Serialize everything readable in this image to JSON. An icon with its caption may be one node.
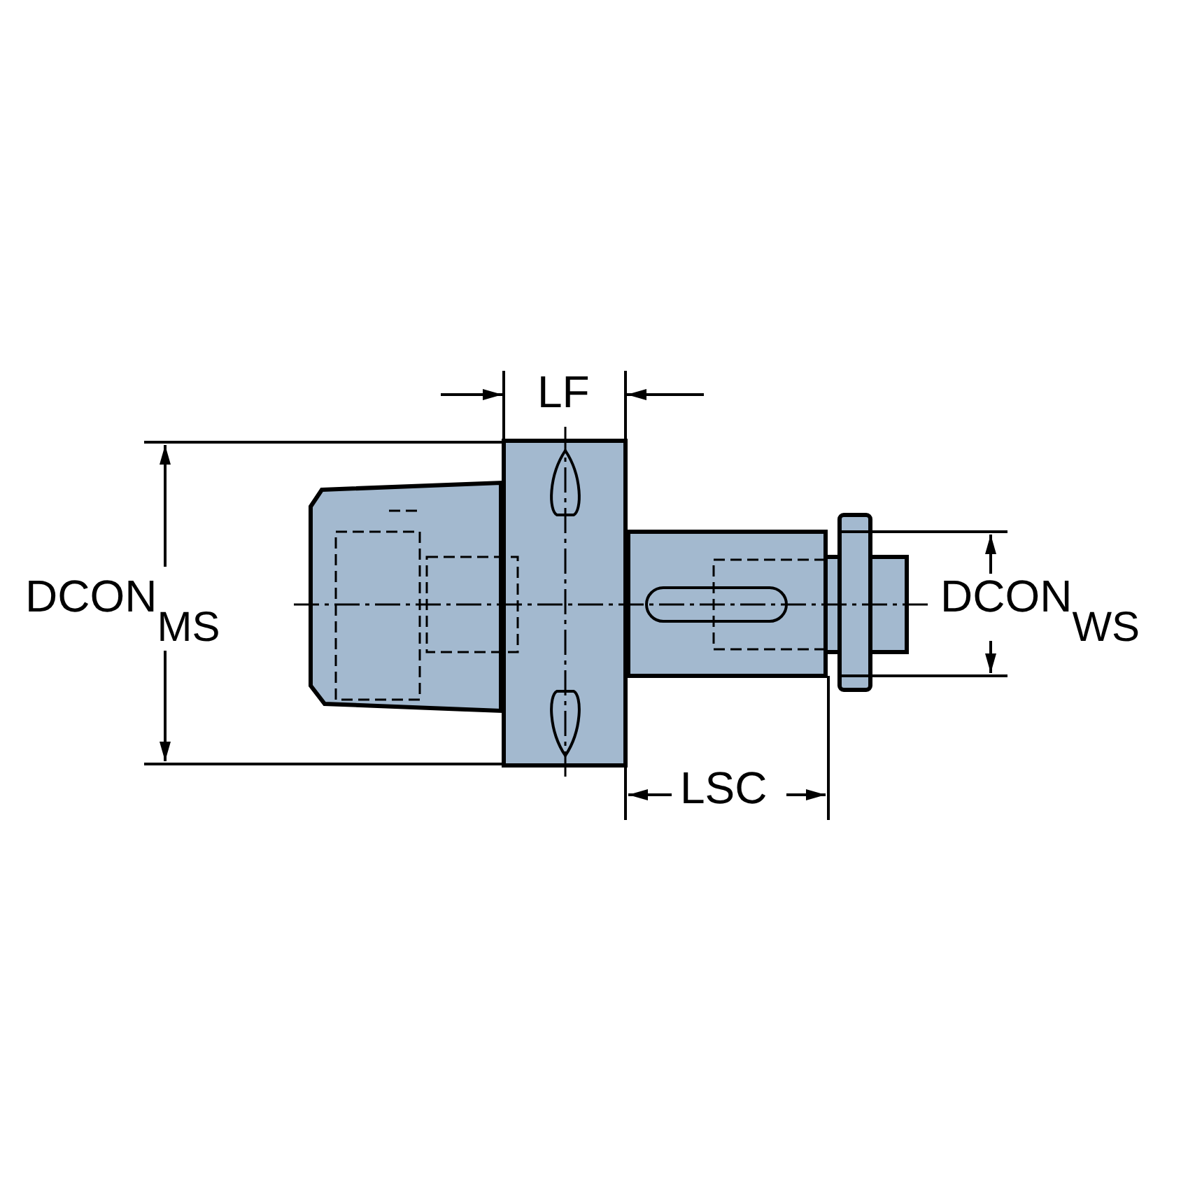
{
  "diagram": {
    "labels": [
      "LF",
      "DCON$_{MS}$",
      "DCON$_{WS}$",
      "LSC"
    ]
  }
}
